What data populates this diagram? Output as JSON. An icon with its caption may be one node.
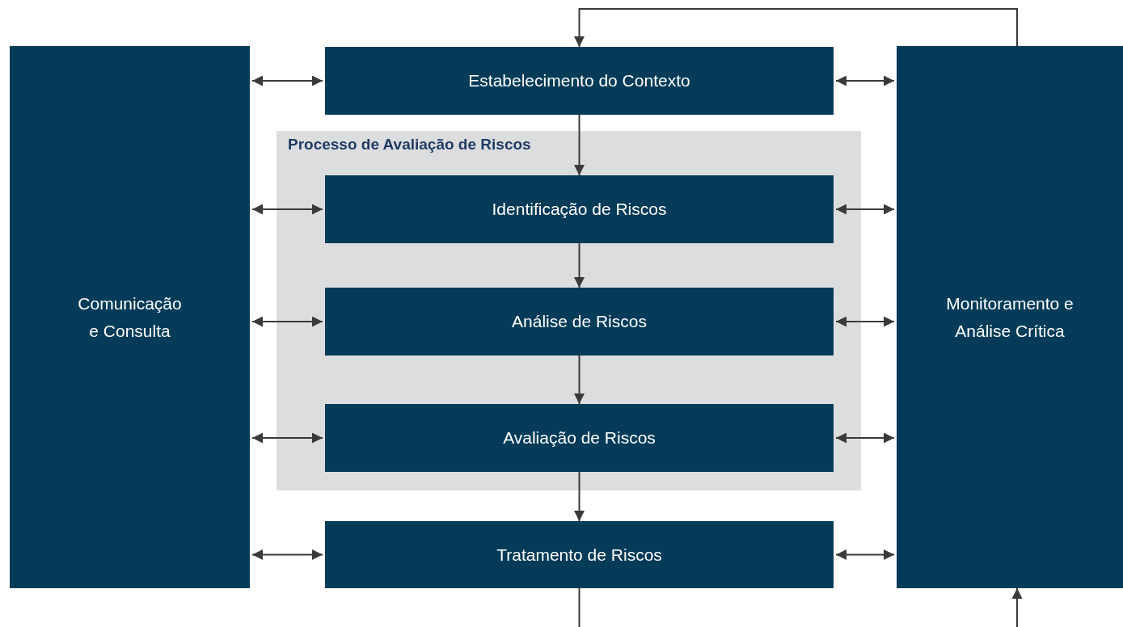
{
  "diagram": {
    "nodes": [
      {
        "text": [
          "Comunicação e Consulta"
        ]
      },
      {
        "text": [
          "Estabelecimento do Contexto"
        ]
      },
      {
        "text": [
          "Processo de Avaliação de Riscos"
        ]
      },
      {
        "text": [
          "Identificação de Riscos"
        ],
        "in": 2
      },
      {
        "text": [
          "Análise de Riscos"
        ],
        "in": 2
      },
      {
        "text": [
          "Avaliação de Riscos"
        ],
        "in": 2
      },
      {
        "text": [
          "Tratamento de Riscos"
        ]
      },
      {
        "text": [
          "Monitoramento e Análise Crítica"
        ]
      }
    ],
    "edges": [
      {
        "from": 0,
        "to": 1,
        "arrow": "both"
      },
      {
        "from": 1,
        "to": 7,
        "arrow": "both"
      },
      {
        "from": 7,
        "to": 1,
        "arrow": "to"
      },
      {
        "from": 1,
        "to": 3,
        "arrow": "to"
      },
      {
        "from": 0,
        "to": 3,
        "arrow": "both"
      },
      {
        "from": 3,
        "to": 7,
        "arrow": "both"
      },
      {
        "from": 3,
        "to": 4,
        "arrow": "to"
      },
      {
        "from": 0,
        "to": 4,
        "arrow": "both"
      },
      {
        "from": 4,
        "to": 7,
        "arrow": "both"
      },
      {
        "from": 4,
        "to": 5,
        "arrow": "to"
      },
      {
        "from": 0,
        "to": 5,
        "arrow": "both"
      },
      {
        "from": 5,
        "to": 7,
        "arrow": "both"
      },
      {
        "from": 5,
        "to": 6,
        "arrow": "to"
      },
      {
        "from": 0,
        "to": 6,
        "arrow": "both"
      },
      {
        "from": 6,
        "to": 7,
        "arrow": "both"
      },
      {
        "from": 6,
        "to": null,
        "arrow": "none"
      },
      {
        "from": null,
        "to": 7,
        "arrow": "to"
      }
    ]
  }
}
